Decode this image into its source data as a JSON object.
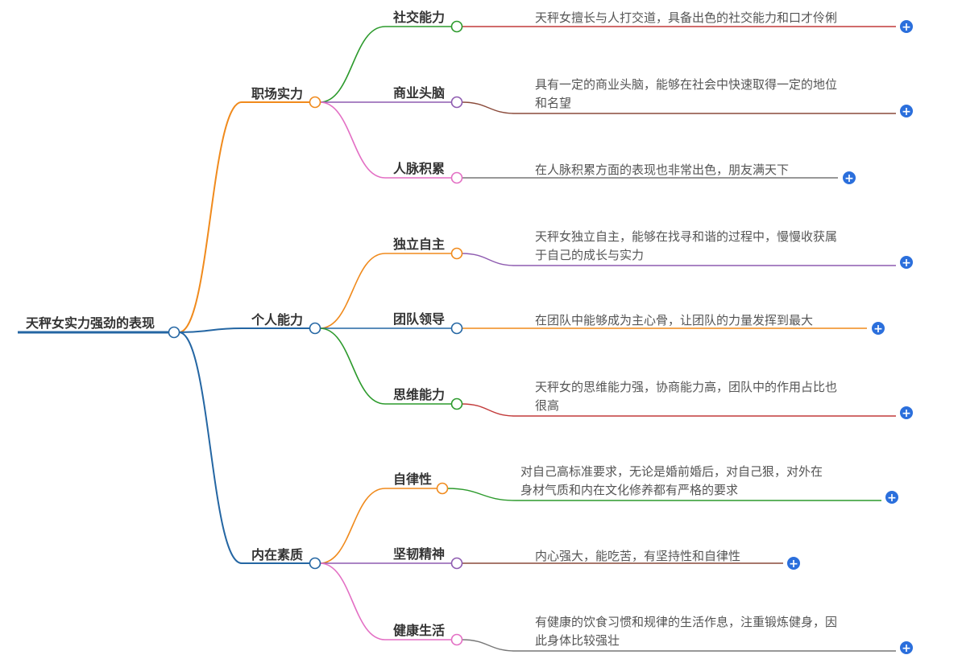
{
  "root": {
    "label": "天秤女实力强劲的表现"
  },
  "branches": [
    {
      "label": "职场实力",
      "children": [
        {
          "label": "社交能力",
          "leaf": [
            "天秤女擅长与人打交道，具备出色的社交能力和口才伶俐"
          ]
        },
        {
          "label": "商业头脑",
          "leaf": [
            "具有一定的商业头脑，能够在社会中快速取得一定的地位",
            "和名望"
          ]
        },
        {
          "label": "人脉积累",
          "leaf": [
            "在人脉积累方面的表现也非常出色，朋友满天下"
          ]
        }
      ]
    },
    {
      "label": "个人能力",
      "children": [
        {
          "label": "独立自主",
          "leaf": [
            "天秤女独立自主，能够在找寻和谐的过程中，慢慢收获属",
            "于自己的成长与实力"
          ]
        },
        {
          "label": "团队领导",
          "leaf": [
            "在团队中能够成为主心骨，让团队的力量发挥到最大"
          ]
        },
        {
          "label": "思维能力",
          "leaf": [
            "天秤女的思维能力强，协商能力高，团队中的作用占比也",
            "很高"
          ]
        }
      ]
    },
    {
      "label": "内在素质",
      "children": [
        {
          "label": "自律性",
          "leaf": [
            "对自己高标准要求，无论是婚前婚后，对自己狠，对外在",
            "身材气质和内在文化修养都有严格的要求"
          ]
        },
        {
          "label": "坚韧精神",
          "leaf": [
            "内心强大，能吃苦，有坚持性和自律性"
          ]
        },
        {
          "label": "健康生活",
          "leaf": [
            "有健康的饮食习惯和规律的生活作息，注重锻炼健身，因",
            "此身体比较强壮"
          ]
        }
      ]
    }
  ],
  "colors": {
    "root_line": "#2466a3",
    "node_fill": "#ffffff",
    "expand_button": "#2b6fdc",
    "orange": "#f08a1c",
    "blue": "#2466a3",
    "green": "#2c9a2c",
    "purple": "#8e5bb0",
    "pink": "#e36fc4",
    "red": "#c23a3a",
    "brown": "#8a4a3a",
    "gray": "#777777"
  },
  "icons": {
    "expand": "plus-circle-icon"
  },
  "expand_symbol": "+"
}
